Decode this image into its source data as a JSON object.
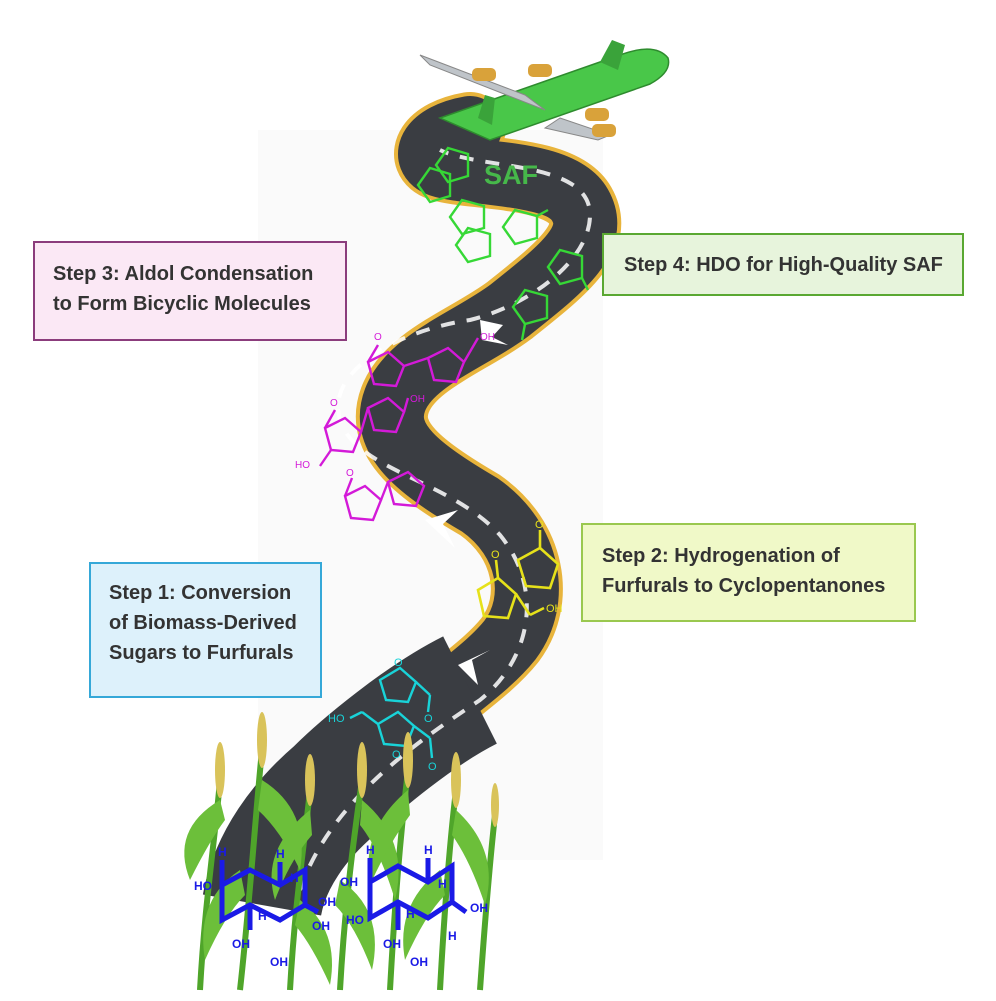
{
  "steps": {
    "step1": {
      "line1": "Step  1:  Conversion",
      "line2": "of  Biomass-Derived",
      "line3": "Sugars to Furfurals"
    },
    "step2": {
      "line1": "Step 2: Hydrogenation of",
      "line2": "Furfurals to Cyclopentanones"
    },
    "step3": {
      "line1": "Step 3:  Aldol  Condensation",
      "line2": "to Form Bicyclic Molecules"
    },
    "step4": {
      "line1": "Step 4: HDO for High-Quality SAF"
    }
  },
  "road": {
    "label": "SAF"
  },
  "molecules": {
    "sugar_labels": [
      "H",
      "H",
      "HO",
      "OH",
      "OH",
      "OH",
      "H",
      "H",
      "H",
      "OH",
      "H",
      "H",
      "OH",
      "HO",
      "OH",
      "H",
      "H",
      "OH",
      "OH"
    ],
    "furfural_labels": [
      "O",
      "HO",
      "O",
      "O",
      "O"
    ],
    "cyclopentanone_labels": [
      "O",
      "O",
      "OH"
    ],
    "bicyclic_labels": [
      "O",
      "OH",
      "O",
      "OH",
      "HO",
      "O"
    ]
  },
  "colors": {
    "road": "#3a3d42",
    "road_edge": "#e8b43c",
    "sugar": "#1a1ae6",
    "furfural": "#19d3d8",
    "cyclopentanone": "#e6e11a",
    "bicyclic": "#d31ad8",
    "saf_molecule": "#36d836",
    "plane": "#49c749"
  }
}
